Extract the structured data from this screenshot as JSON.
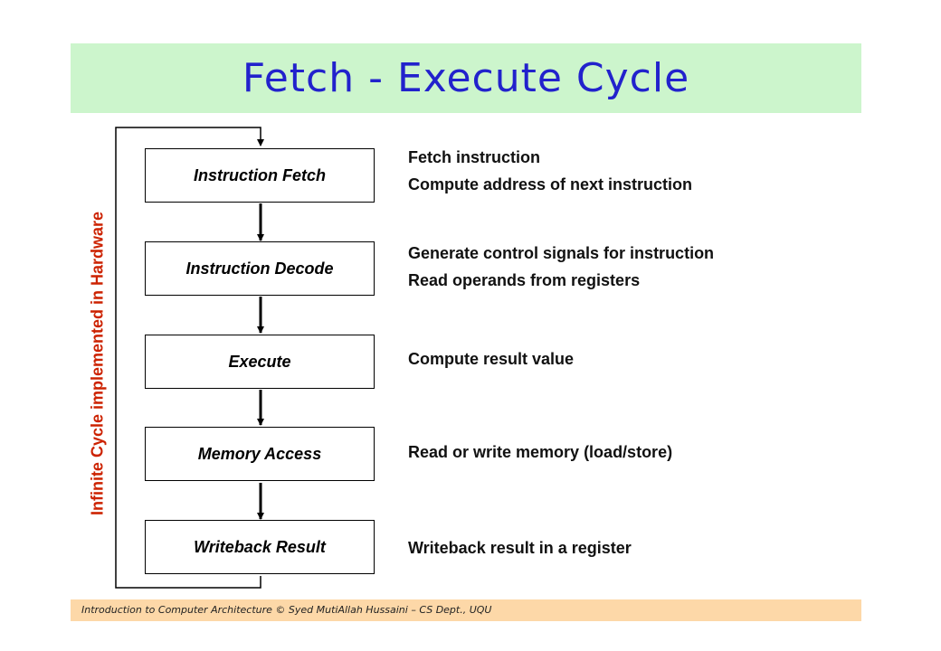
{
  "title": "Fetch - Execute Cycle",
  "side_label": "Infinite Cycle implemented in Hardware",
  "stages": [
    {
      "label": "Instruction Fetch",
      "descriptions": [
        "Fetch instruction",
        "Compute address of next instruction"
      ]
    },
    {
      "label": "Instruction Decode",
      "descriptions": [
        "Generate control signals for instruction",
        "Read operands from registers"
      ]
    },
    {
      "label": "Execute",
      "descriptions": [
        "Compute result value"
      ]
    },
    {
      "label": "Memory Access",
      "descriptions": [
        "Read or write memory (load/store)"
      ]
    },
    {
      "label": "Writeback Result",
      "descriptions": [
        "Writeback result in a register"
      ]
    }
  ],
  "footer": "Introduction to Computer Architecture © Syed MutiAllah Hussaini – CS Dept., UQU",
  "colors": {
    "title_background": "#ccf5cc",
    "title_text": "#2222cc",
    "side_label": "#cc2200",
    "footer_background": "#fdd8a8"
  }
}
